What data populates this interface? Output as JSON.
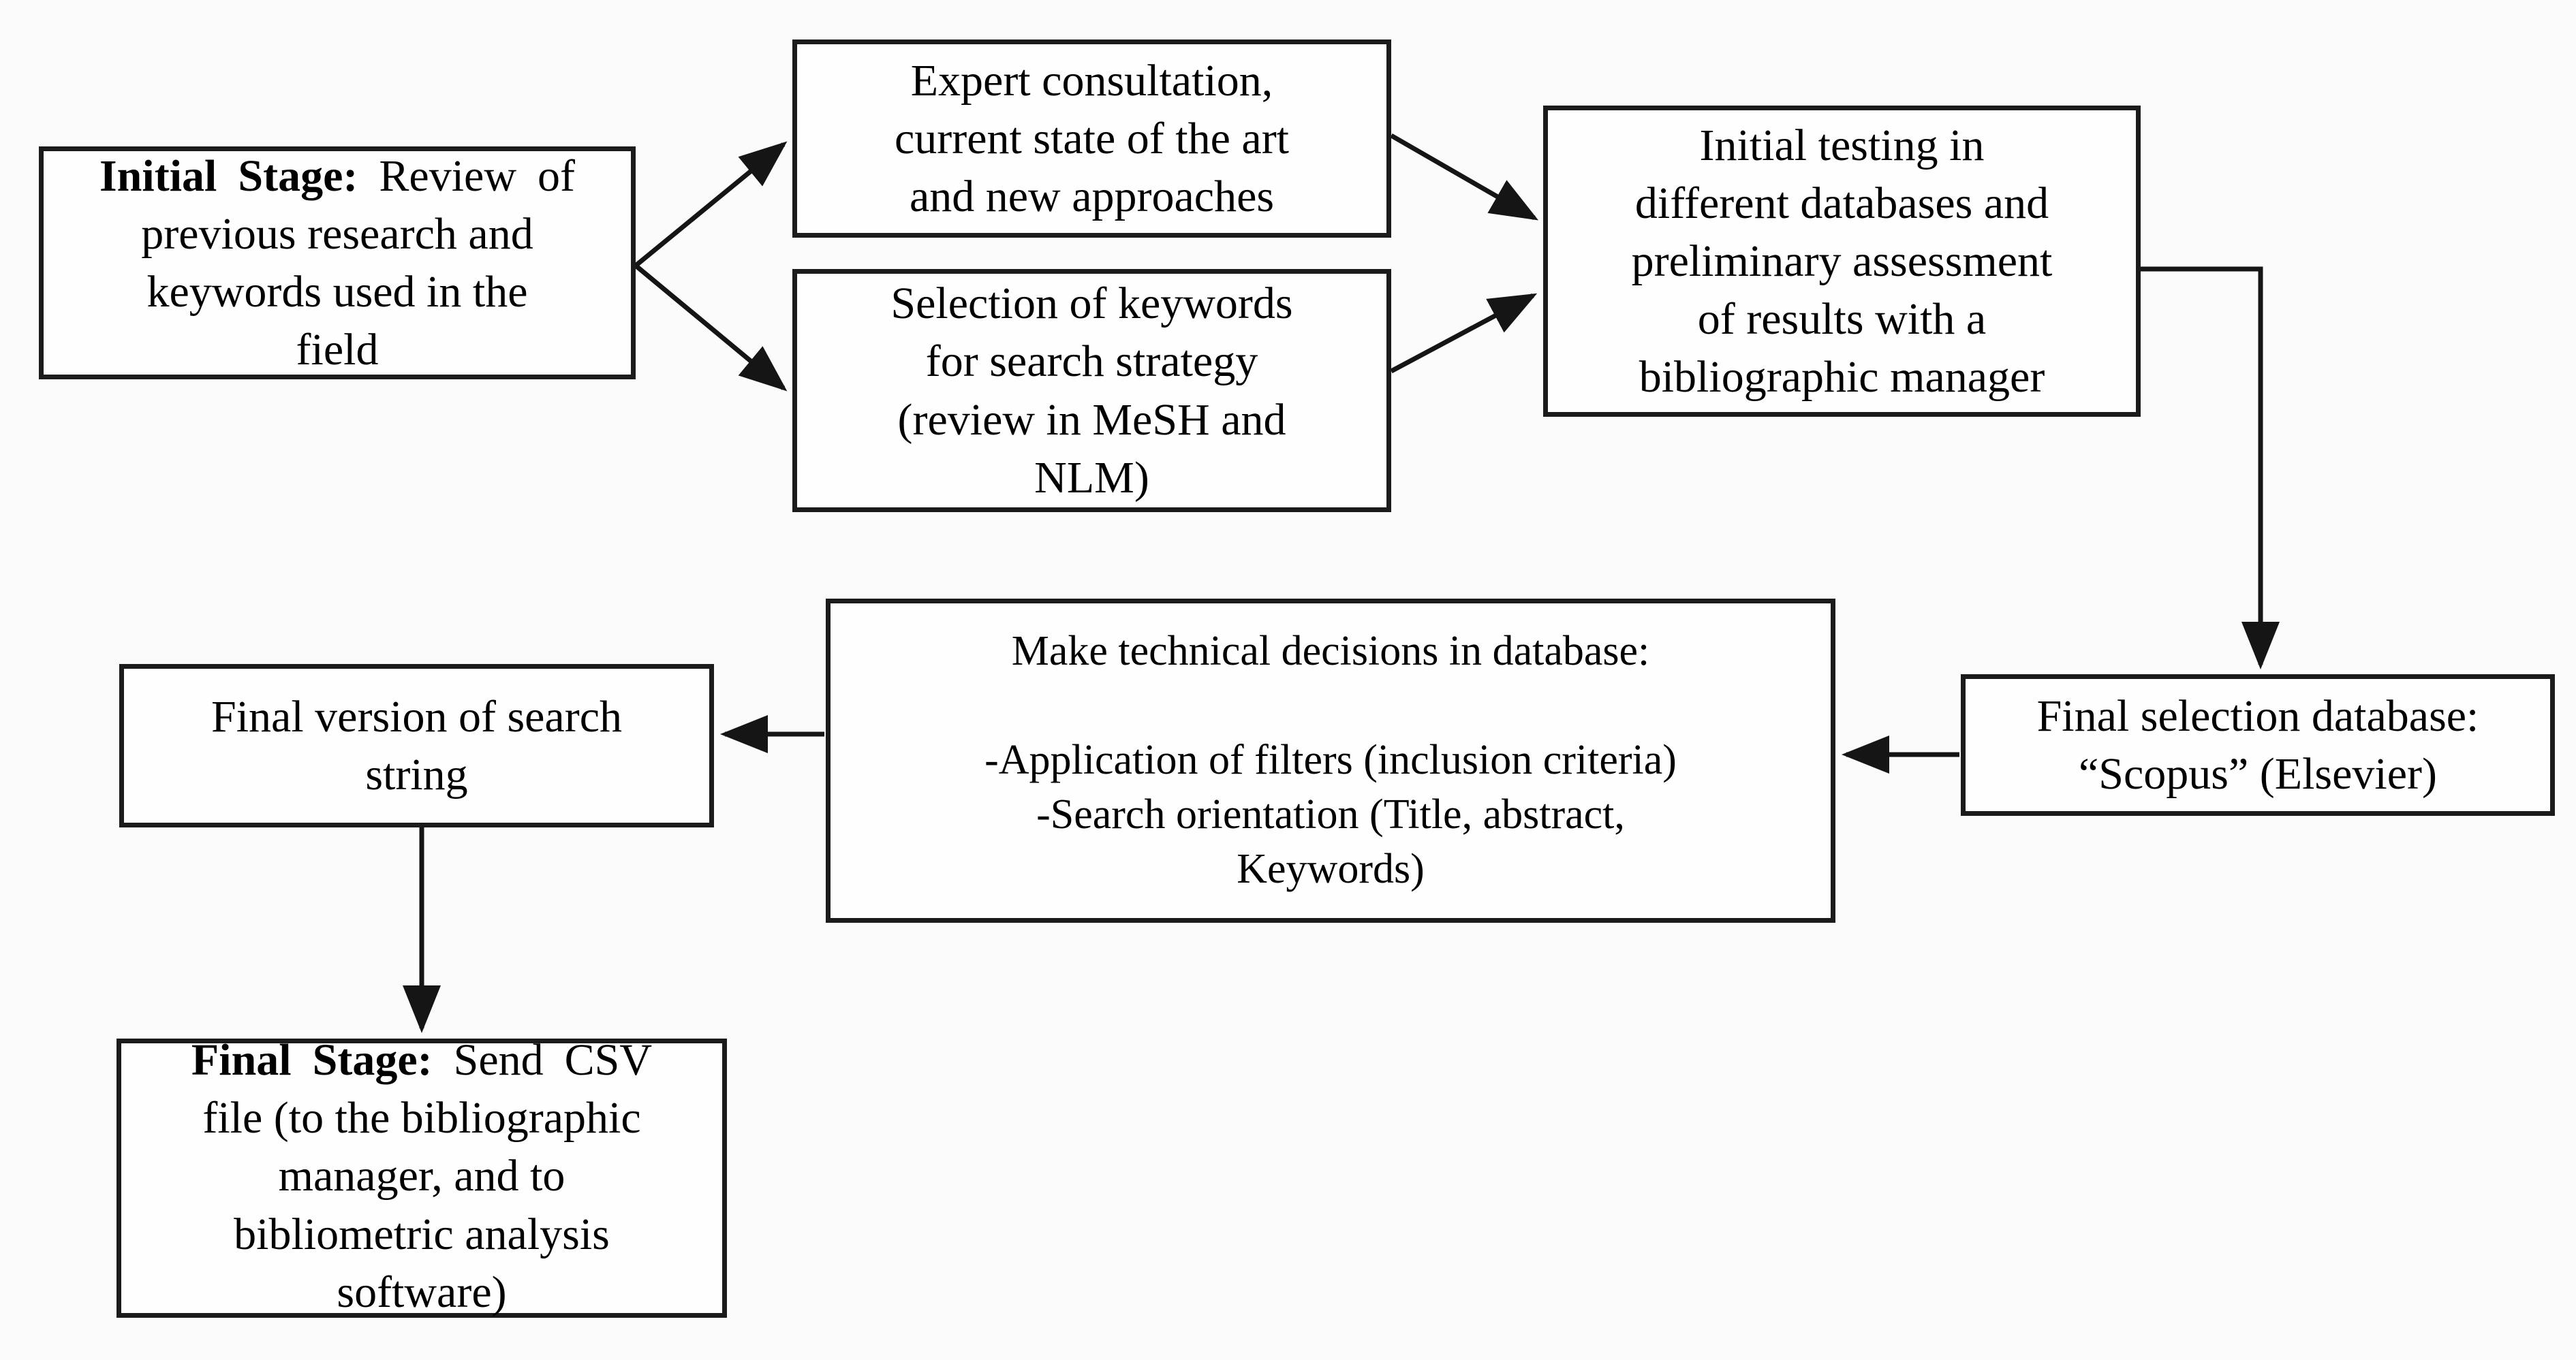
{
  "colors": {
    "background": "#fbfbfb",
    "box_border": "#1b1b1b",
    "box_fill": "#fefefe",
    "arrow": "#151515",
    "text": "#000000"
  },
  "boxes": {
    "initial_stage": {
      "bold_prefix": "Initial Stage:",
      "rest": "Review of",
      "lines": [
        "previous research and",
        "keywords used in the",
        "field"
      ]
    },
    "expert_consultation": {
      "lines": [
        "Expert consultation,",
        "current state of the art",
        "and new approaches"
      ]
    },
    "keyword_selection": {
      "lines": [
        "Selection of keywords",
        "for search strategy",
        "(review in MeSH and",
        "NLM)"
      ]
    },
    "initial_testing": {
      "lines": [
        "Initial testing in",
        "different databases and",
        "preliminary assessment",
        "of results with a",
        "bibliographic manager"
      ]
    },
    "final_database": {
      "lines": [
        "Final selection database:",
        "“Scopus” (Elsevier)"
      ]
    },
    "technical_decisions": {
      "lines": [
        "Make technical decisions in database:",
        "",
        "-Application of filters (inclusion criteria)",
        "-Search orientation (Title, abstract,",
        "Keywords)"
      ]
    },
    "final_search_string": {
      "lines": [
        "Final version of search",
        "string"
      ]
    },
    "final_stage": {
      "bold_prefix": "Final Stage:",
      "rest": "Send CSV",
      "lines": [
        "file (to the bibliographic",
        "manager, and to",
        "bibliometric analysis",
        "software)"
      ]
    }
  },
  "connections": [
    {
      "from": "initial-stage",
      "to": "expert-consultation"
    },
    {
      "from": "initial-stage",
      "to": "keyword-selection"
    },
    {
      "from": "expert-consultation",
      "to": "initial-testing"
    },
    {
      "from": "keyword-selection",
      "to": "initial-testing"
    },
    {
      "from": "initial-testing",
      "to": "final-database"
    },
    {
      "from": "final-database",
      "to": "technical-decisions"
    },
    {
      "from": "technical-decisions",
      "to": "final-search-string"
    },
    {
      "from": "final-search-string",
      "to": "final-stage"
    }
  ]
}
